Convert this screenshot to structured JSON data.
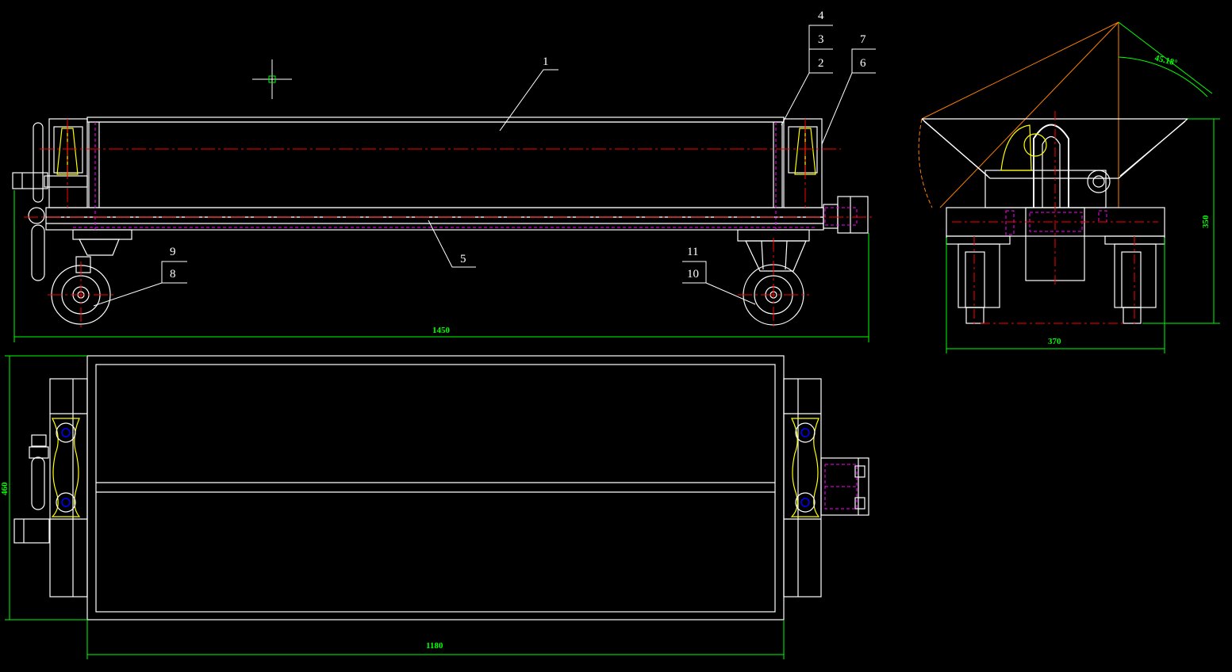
{
  "colors": {
    "background": "#000000",
    "outline": "#ffffff",
    "centerline": "#ff0000",
    "hidden": "#ff00ff",
    "dimension": "#00ff00",
    "part": "#ffff00",
    "detail": "#0000ff",
    "construction": "#ff8000"
  },
  "callouts": {
    "p1": "1",
    "p2": "2",
    "p3": "3",
    "p4": "4",
    "p5": "5",
    "p6": "6",
    "p7": "7",
    "p8": "8",
    "p9": "9",
    "p10": "10",
    "p11": "11"
  },
  "dimensions": {
    "front_length": "1450",
    "plan_length": "1180",
    "plan_width": "460",
    "side_width": "370",
    "side_height": "350",
    "tilt_angle": "45.18°"
  }
}
